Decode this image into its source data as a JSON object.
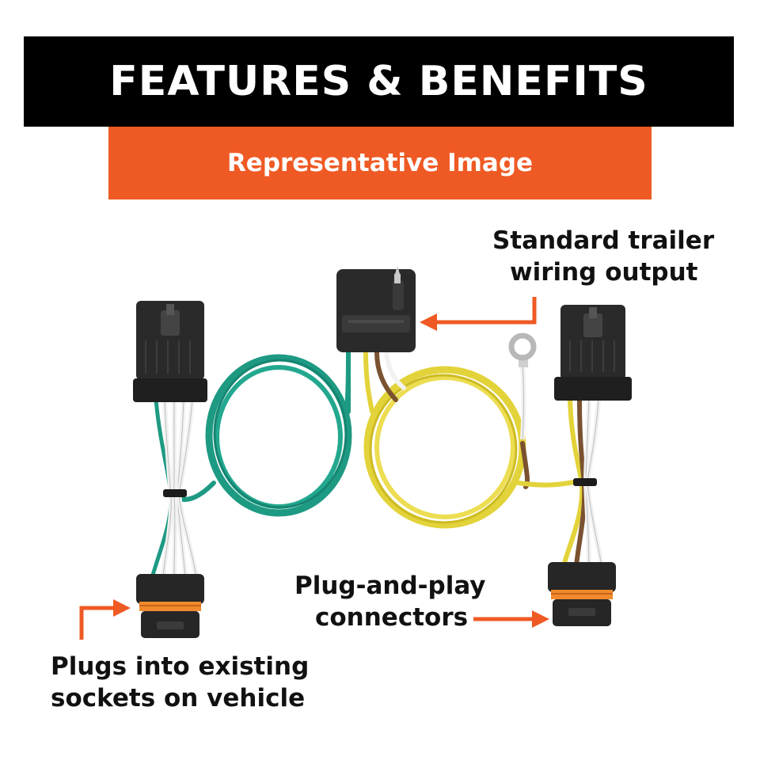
{
  "header": {
    "title": "FEATURES & BENEFITS",
    "subtitle": "Representative Image"
  },
  "callouts": {
    "output": [
      "Standard trailer",
      "wiring output"
    ],
    "connectors": [
      "Plug-and-play",
      "connectors"
    ],
    "plugs": [
      "Plugs into existing",
      "sockets on vehicle"
    ]
  },
  "colors": {
    "title_bg": "#000000",
    "subtitle_bg": "#ef5a24",
    "arrow": "#ef5a24",
    "green_wire": "#1e9a83",
    "yellow_wire": "#e3d33a",
    "brown_wire": "#7a5230",
    "white_wire": "#f2f2f2",
    "connector": "#2a2a2a",
    "seal": "#f08a2c"
  }
}
